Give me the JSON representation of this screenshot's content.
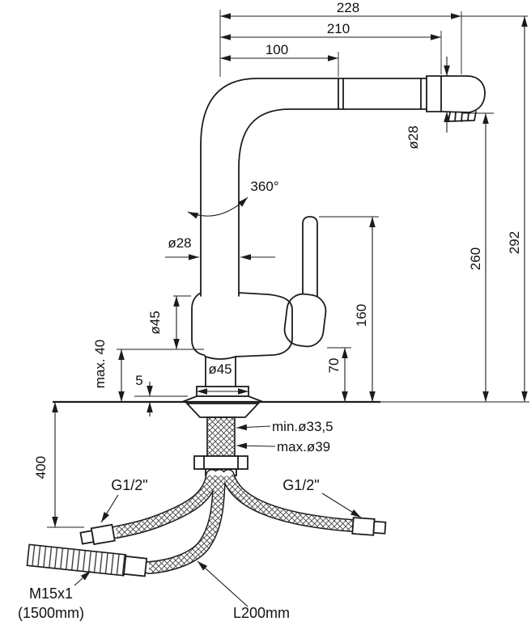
{
  "labels": {
    "d228": "228",
    "d210": "210",
    "d100": "100",
    "d292": "292",
    "d260": "260",
    "d160": "160",
    "d70": "70",
    "d400": "400",
    "d5": "5",
    "dia28_spray": "ø28",
    "dia28_column": "ø28",
    "dia45_body": "ø45",
    "dia45_base": "ø45",
    "max40": "max. 40",
    "rot360": "360°",
    "hole_min": "min.ø33,5",
    "hole_max": "max.ø39",
    "g_left": "G1/2\"",
    "g_right": "G1/2\"",
    "m15": "M15x1",
    "m15_len": "(1500mm)",
    "l200": "L200mm"
  }
}
